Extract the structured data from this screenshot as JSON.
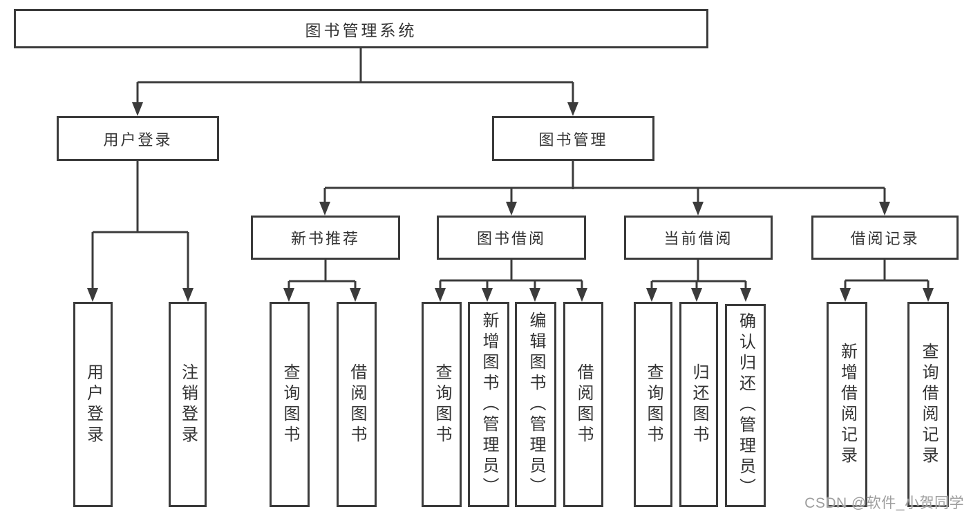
{
  "diagram": {
    "title": "图书管理系统",
    "level2": {
      "user_login": "用户登录",
      "book_management": "图书管理"
    },
    "level3": {
      "new_book_recommend": "新书推荐",
      "book_borrow": "图书借阅",
      "current_borrow": "当前借阅",
      "borrow_records": "借阅记录"
    },
    "leaves": {
      "user": [
        "用户登录",
        "注销登录"
      ],
      "recommend": [
        "查询图书",
        "借阅图书"
      ],
      "borrow": [
        "查询图书",
        "新增图书（管理员）",
        "编辑图书（管理员）",
        "借阅图书"
      ],
      "current": [
        "查询图书",
        "归还图书",
        "确认归还（管理员）"
      ],
      "records": [
        "新增借阅记录",
        "查询借阅记录"
      ]
    }
  },
  "watermark": {
    "text": "CSDN @软件_小贺同学"
  },
  "colors": {
    "line": "#3b3b3b",
    "box_border": "#3b3b3b",
    "text": "#333333",
    "background": "#ffffff",
    "watermark": "#9e9e9e"
  }
}
